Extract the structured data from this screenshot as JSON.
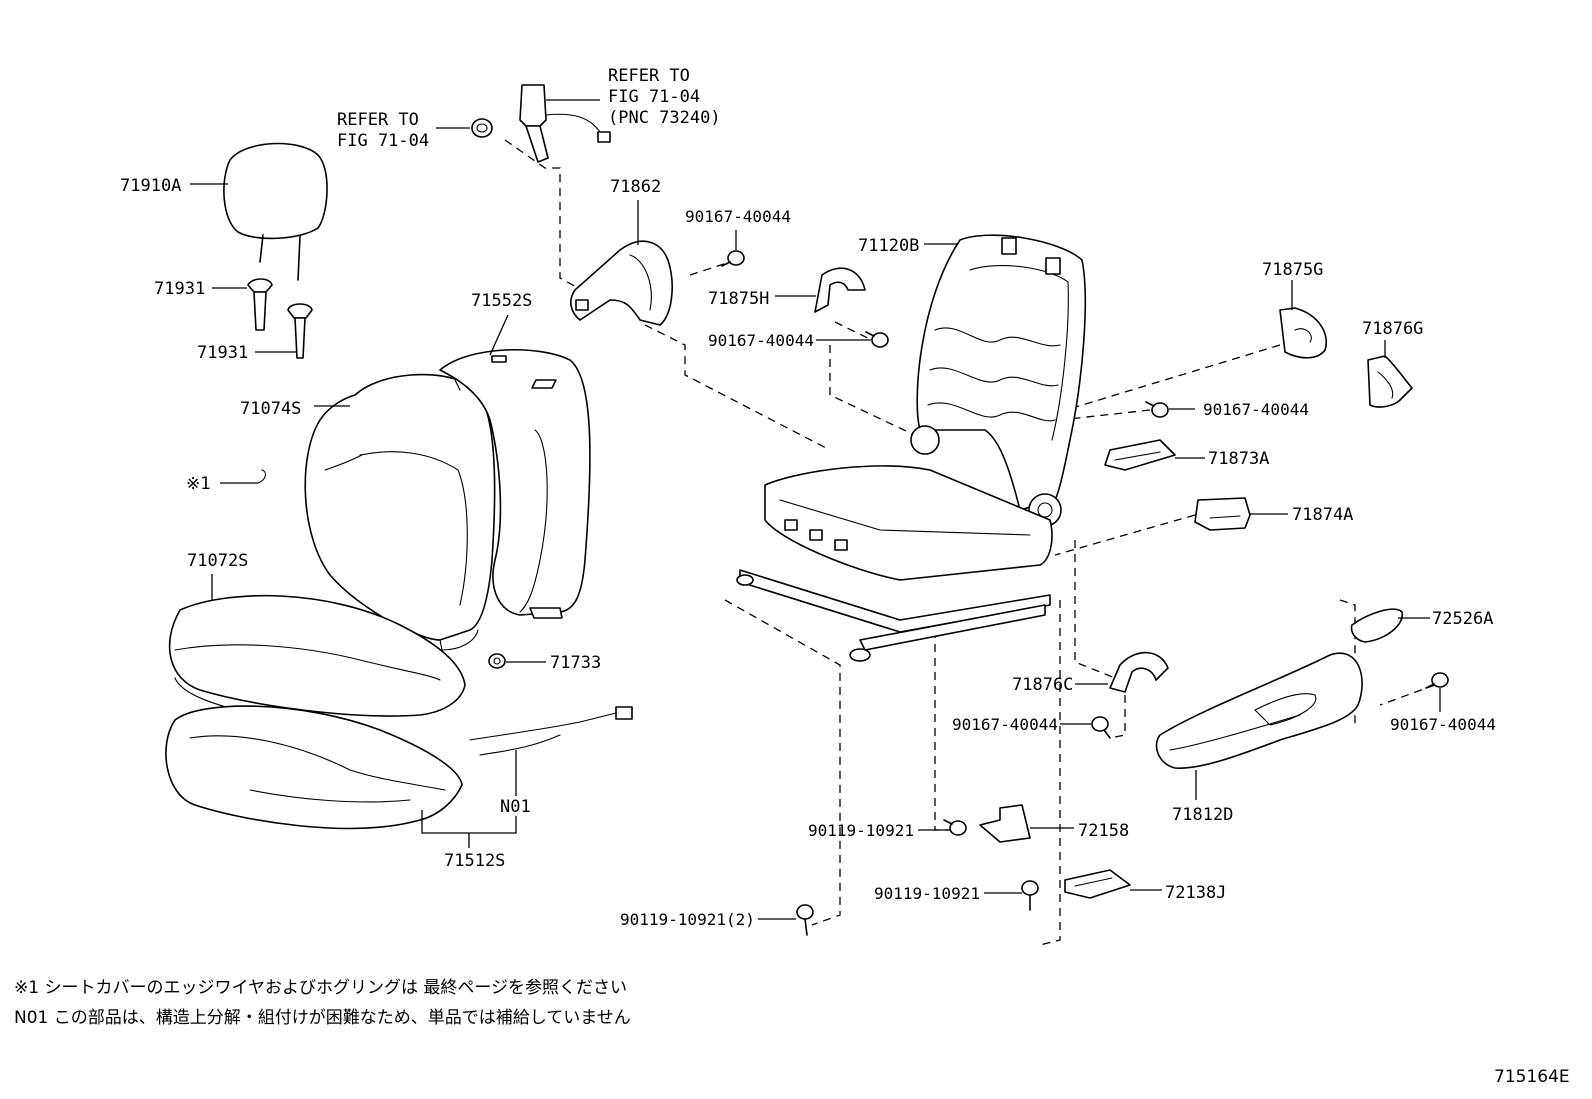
{
  "labels": {
    "refer_seatbelt_1": "REFER TO",
    "refer_seatbelt_2": "FIG 71-04",
    "refer_seatbelt_3": "(PNC 73240)",
    "refer_nut_1": "REFER TO",
    "refer_nut_2": "FIG 71-04",
    "p71910A": "71910A",
    "p71931a": "71931",
    "p71931b": "71931",
    "p71862": "71862",
    "p90167_a": "90167-40044",
    "p71875H": "71875H",
    "p90167_b": "90167-40044",
    "p71552S": "71552S",
    "p71074S": "71074S",
    "p_note1": "※1",
    "p71072S": "71072S",
    "p71733": "71733",
    "pN01": "N01",
    "p71512S": "71512S",
    "p71120B": "71120B",
    "p71875G": "71875G",
    "p71876G": "71876G",
    "p90167_c": "90167-40044",
    "p71873A": "71873A",
    "p71874A": "71874A",
    "p72526A": "72526A",
    "p71876C": "71876C",
    "p90167_d": "90167-40044",
    "p90167_e": "90167-40044",
    "p71812D": "71812D",
    "p90119_a": "90119-10921",
    "p72158": "72158",
    "p90119_b": "90119-10921",
    "p72138J": "72138J",
    "p90119_c": "90119-10921(2)"
  },
  "notes": {
    "note1": "※1  シートカバーのエッジワイヤおよびホグリングは 最終ページを参照ください",
    "note2": "N01   この部品は、構造上分解・組付けが困難なため、単品では補給していません"
  },
  "figure_code": "715164E"
}
